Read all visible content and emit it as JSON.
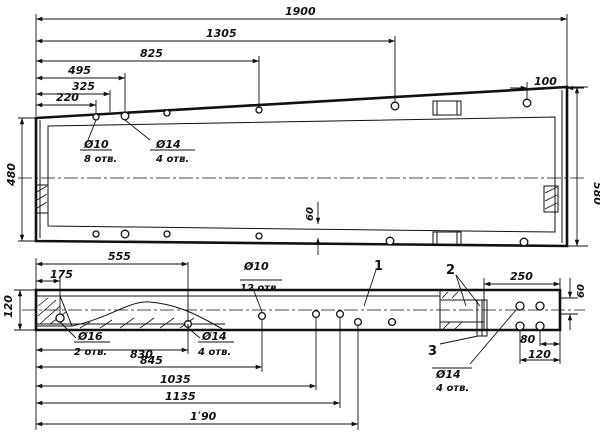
{
  "top_view": {
    "dims": {
      "d1900": "1900",
      "d1305": "1305",
      "d825": "825",
      "d495": "495",
      "d325": "325",
      "d220": "220",
      "d100": "100",
      "d480": "480",
      "d580": "580",
      "d60": "60"
    },
    "callouts": {
      "hole10_dia": "Ø10",
      "hole10_count": "8 отв.",
      "hole14_dia": "Ø14",
      "hole14_count": "4 отв."
    }
  },
  "side_view": {
    "dims": {
      "d555": "555",
      "d175": "175",
      "d120": "120",
      "d830": "830",
      "d845": "845",
      "d1035": "1035",
      "d1135": "1135",
      "d1190": "1ʹ90",
      "d250": "250",
      "d60": "60",
      "d80": "80",
      "d120b": "120"
    },
    "callouts": {
      "hole16_dia": "Ø16",
      "hole16_count": "2 отв.",
      "hole14_dia": "Ø14",
      "hole14_count": "4 отв.",
      "hole10_dia": "Ø10",
      "hole10_count": "12 отв.",
      "hole14b_dia": "Ø14",
      "hole14b_count": "4 отв."
    },
    "refs": {
      "r1": "1",
      "r2": "2",
      "r3": "3"
    }
  }
}
